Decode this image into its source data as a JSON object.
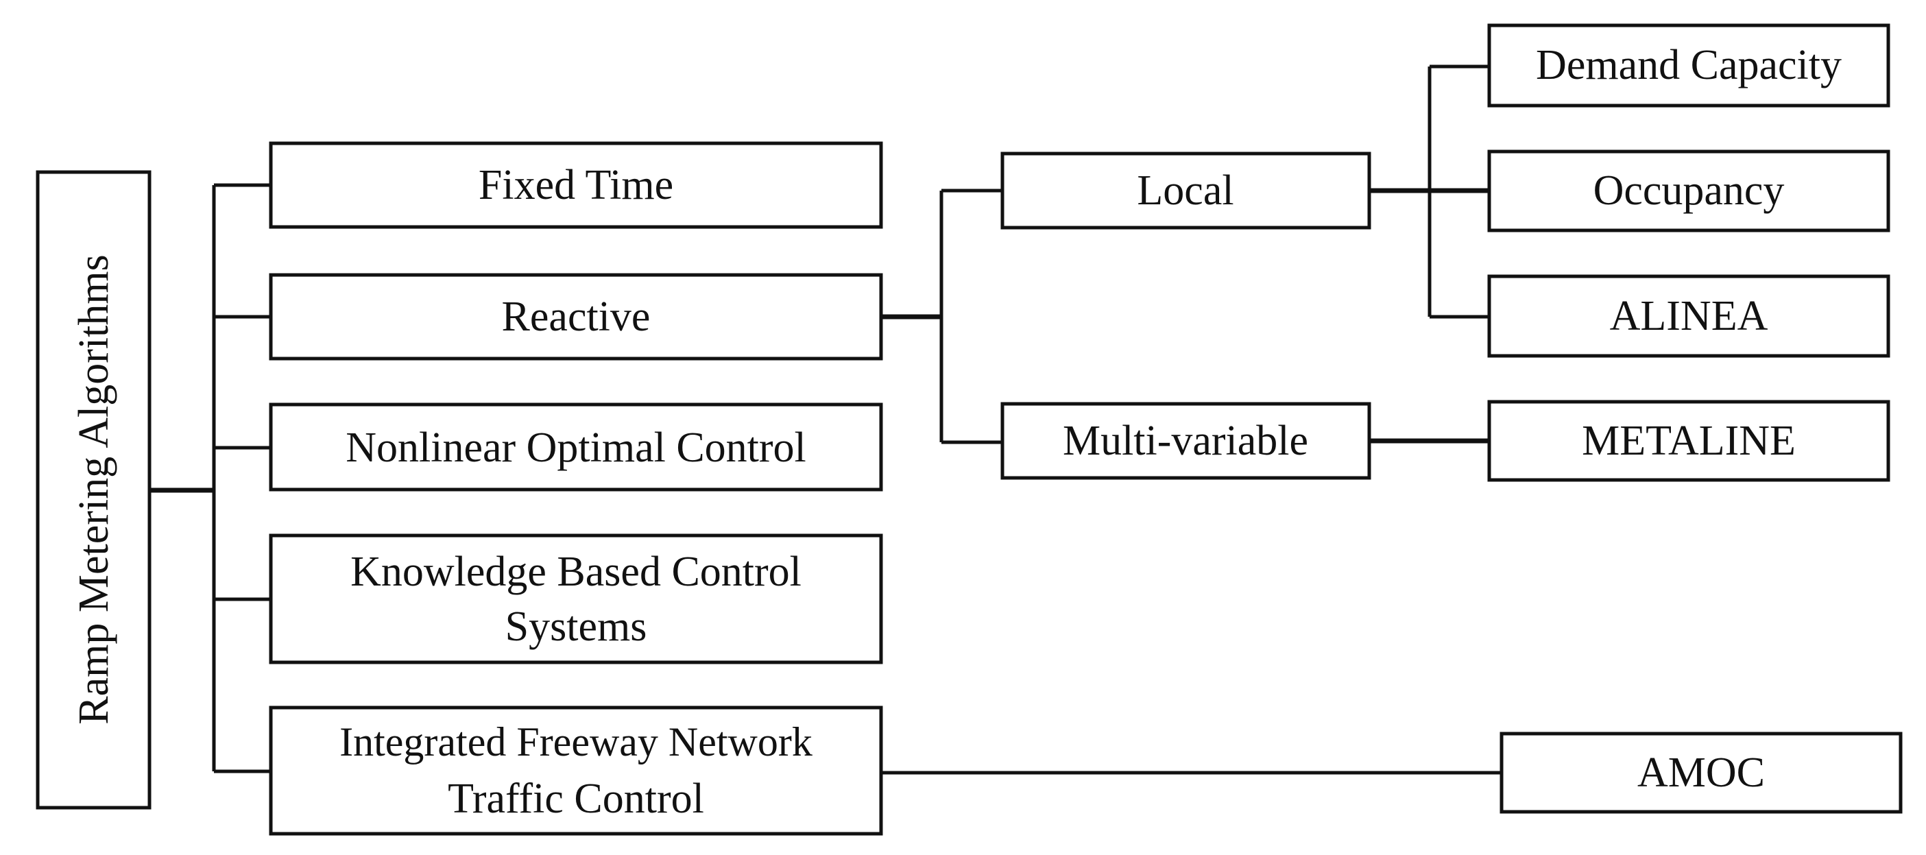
{
  "diagram": {
    "root": {
      "label": "Ramp Metering Algorithms"
    },
    "categories": [
      {
        "id": "fixed_time",
        "lines": [
          "Fixed Time"
        ]
      },
      {
        "id": "reactive",
        "lines": [
          "Reactive"
        ]
      },
      {
        "id": "nonlinear",
        "lines": [
          "Nonlinear Optimal Control"
        ]
      },
      {
        "id": "knowledge",
        "lines": [
          "Knowledge Based Control",
          "Systems"
        ]
      },
      {
        "id": "integrated",
        "lines": [
          "Integrated Freeway Network",
          "Traffic Control"
        ]
      }
    ],
    "reactive_branches": [
      {
        "id": "local",
        "label": "Local"
      },
      {
        "id": "multivariable",
        "label": "Multi-variable"
      }
    ],
    "local_methods": [
      {
        "id": "demand_capacity",
        "label": "Demand Capacity"
      },
      {
        "id": "occupancy",
        "label": "Occupancy"
      },
      {
        "id": "alinea",
        "label": "ALINEA"
      }
    ],
    "multivariable_methods": [
      {
        "id": "metaline",
        "label": "METALINE"
      }
    ],
    "integrated_methods": [
      {
        "id": "amoc",
        "label": "AMOC"
      }
    ]
  }
}
